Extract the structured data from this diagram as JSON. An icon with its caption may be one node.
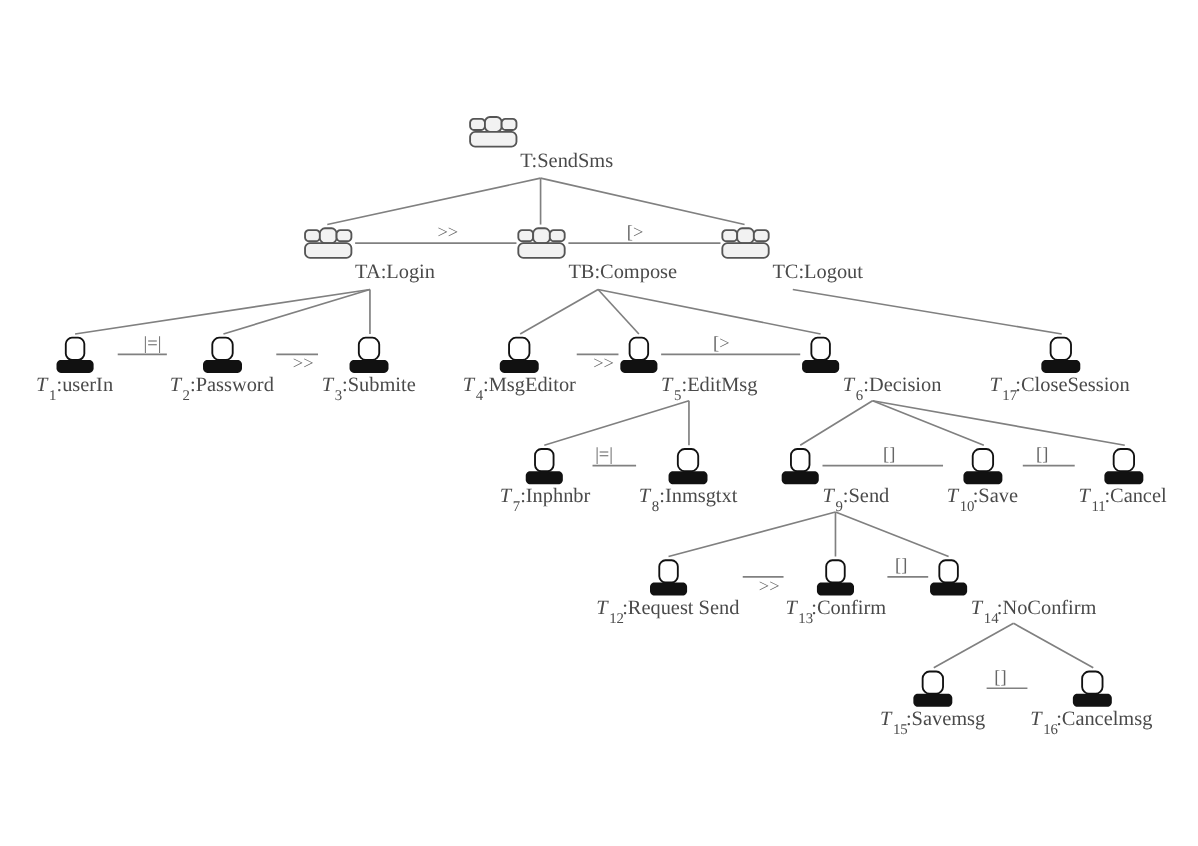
{
  "diagram": {
    "nodes": [
      {
        "text": [],
        "shape": "cloud",
        "beside": [
          "T:SendSms"
        ]
      },
      {
        "text": [],
        "shape": "cloud",
        "beside": [
          "TA:Login"
        ]
      },
      {
        "text": [],
        "shape": "cloud",
        "beside": [
          "TB:Compose"
        ]
      },
      {
        "text": [],
        "shape": "cloud",
        "beside": [
          "TC:Logout"
        ]
      },
      {
        "text": [],
        "shape": "person",
        "beside": [
          "*T*$_{1}$:userIn"
        ]
      },
      {
        "text": [],
        "shape": "person",
        "beside": [
          "*T*$_{2}$:Password"
        ]
      },
      {
        "text": [],
        "shape": "person",
        "beside": [
          "*T*$_{3}$:Submite"
        ]
      },
      {
        "text": [],
        "shape": "person",
        "beside": [
          "*T*$_{4}$:MsgEditor"
        ]
      },
      {
        "text": [],
        "shape": "person",
        "beside": [
          "*T*$_{5}$:EditMsg"
        ]
      },
      {
        "text": [],
        "shape": "person",
        "beside": [
          "*T*$_{6}$:Decision"
        ]
      },
      {
        "text": [],
        "shape": "person",
        "beside": [
          "*T*$_{17}$:CloseSession"
        ]
      },
      {
        "text": [],
        "shape": "person",
        "beside": [
          "*T*$_{7}$:Inphnbr"
        ]
      },
      {
        "text": [],
        "shape": "person",
        "beside": [
          "*T*$_{8}$:Inmsgtxt"
        ]
      },
      {
        "text": [],
        "shape": "person",
        "beside": [
          "*T*$_{9}$:Send"
        ]
      },
      {
        "text": [],
        "shape": "person",
        "beside": [
          "*T*$_{10}$:Save"
        ]
      },
      {
        "text": [],
        "shape": "person",
        "beside": [
          "*T*$_{11}$:Cancel"
        ]
      },
      {
        "text": [],
        "shape": "person",
        "beside": [
          "*T*$_{12}$:Request Send"
        ]
      },
      {
        "text": [],
        "shape": "person",
        "beside": [
          "*T*$_{13}$:Confirm"
        ]
      },
      {
        "text": [],
        "shape": "person",
        "beside": [
          "*T*$_{14}$:NoConfirm"
        ]
      },
      {
        "text": [],
        "shape": "person",
        "beside": [
          "*T*$_{15}$:Savemsg"
        ]
      },
      {
        "text": [],
        "shape": "person",
        "beside": [
          "*T*$_{16}$:Cancelmsg"
        ]
      }
    ],
    "edges": [
      {
        "from": 0,
        "to": 1,
        "arrow": "none"
      },
      {
        "from": 0,
        "to": 2,
        "arrow": "none"
      },
      {
        "from": 0,
        "to": 3,
        "arrow": "none"
      },
      {
        "from": 1,
        "to": 2,
        "arrow": "none",
        "label": ">>"
      },
      {
        "from": 2,
        "to": 3,
        "arrow": "none",
        "label": "[>"
      },
      {
        "from": 1,
        "to": 4,
        "arrow": "none"
      },
      {
        "from": 1,
        "to": 5,
        "arrow": "none"
      },
      {
        "from": 1,
        "to": 6,
        "arrow": "none"
      },
      {
        "from": 2,
        "to": 7,
        "arrow": "none"
      },
      {
        "from": 2,
        "to": 8,
        "arrow": "none"
      },
      {
        "from": 2,
        "to": 9,
        "arrow": "none"
      },
      {
        "from": 3,
        "to": 10,
        "arrow": "none"
      },
      {
        "from": 4,
        "to": 5,
        "arrow": "none",
        "label": "|=|"
      },
      {
        "from": 5,
        "to": 6,
        "arrow": "none",
        "label": ">>"
      },
      {
        "from": 7,
        "to": 8,
        "arrow": "none",
        "label": ">>"
      },
      {
        "from": 8,
        "to": 9,
        "arrow": "none",
        "label": "[>"
      },
      {
        "from": 8,
        "to": 11,
        "arrow": "none"
      },
      {
        "from": 8,
        "to": 12,
        "arrow": "none"
      },
      {
        "from": 9,
        "to": 13,
        "arrow": "none"
      },
      {
        "from": 9,
        "to": 14,
        "arrow": "none"
      },
      {
        "from": 9,
        "to": 15,
        "arrow": "none"
      },
      {
        "from": 11,
        "to": 12,
        "arrow": "none",
        "label": "|=|"
      },
      {
        "from": 13,
        "to": 14,
        "arrow": "none",
        "label": "[]"
      },
      {
        "from": 14,
        "to": 15,
        "arrow": "none",
        "label": "[]"
      },
      {
        "from": 13,
        "to": 16,
        "arrow": "none"
      },
      {
        "from": 13,
        "to": 17,
        "arrow": "none"
      },
      {
        "from": 13,
        "to": 18,
        "arrow": "none"
      },
      {
        "from": 16,
        "to": 17,
        "arrow": "none",
        "label": ">>"
      },
      {
        "from": 17,
        "to": 18,
        "arrow": "none",
        "label": "[]"
      },
      {
        "from": 18,
        "to": 19,
        "arrow": "none"
      },
      {
        "from": 18,
        "to": 20,
        "arrow": "none"
      },
      {
        "from": 19,
        "to": 20,
        "arrow": "none",
        "label": "[]"
      }
    ]
  }
}
